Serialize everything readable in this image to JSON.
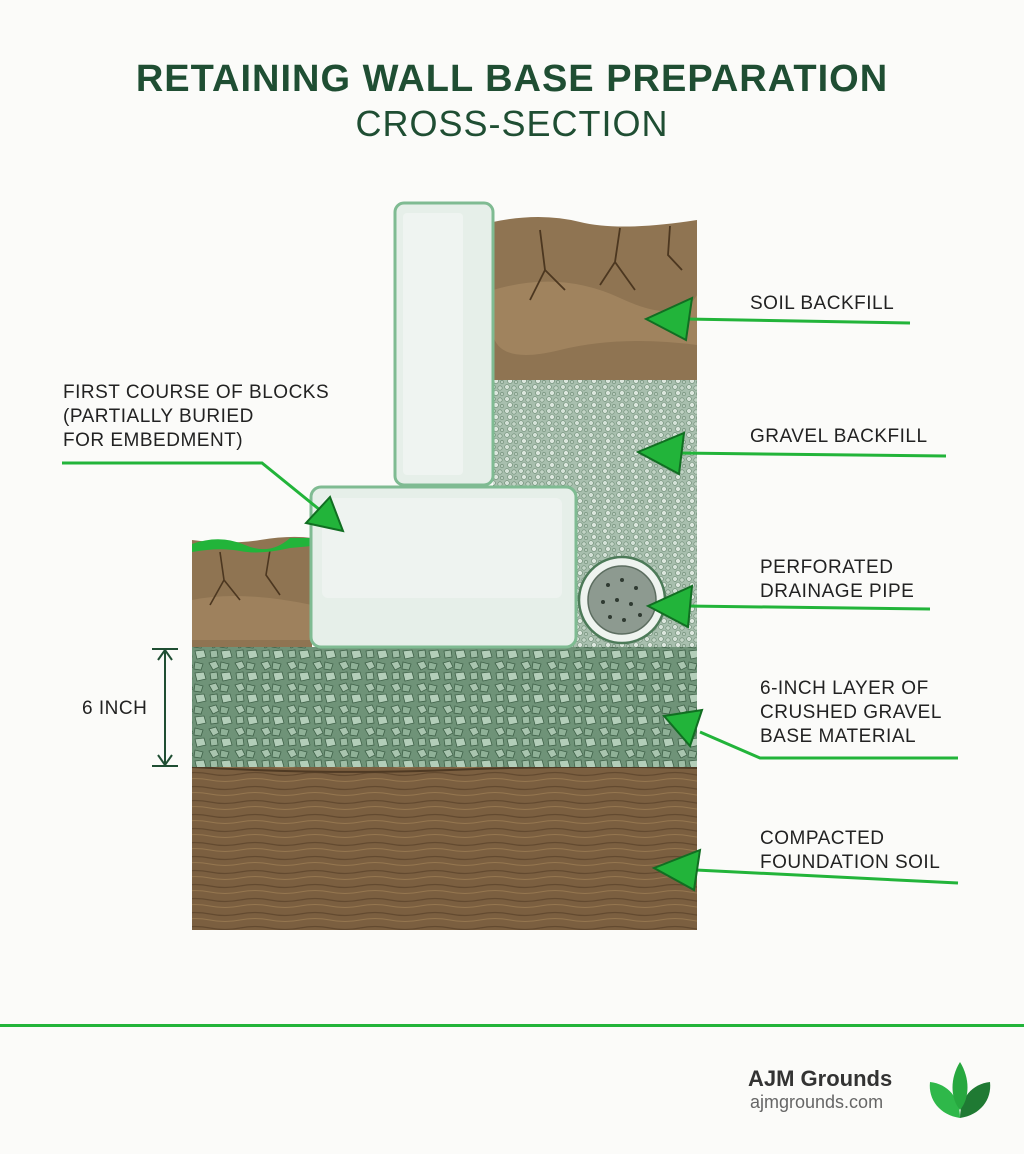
{
  "title": "RETAINING WALL BASE PREPARATION",
  "subtitle": "CROSS-SECTION",
  "labels": {
    "soil_backfill": [
      "SOIL BACKFILL"
    ],
    "first_course": [
      "FIRST COURSE OF BLOCKS",
      "(PARTIALLY BURIED",
      "FOR EMBEDMENT)"
    ],
    "gravel_backfill": [
      "GRAVEL BACKFILL"
    ],
    "drainage_pipe": [
      "PERFORATED",
      "DRAINAGE PIPE"
    ],
    "gravel_base": [
      "6-INCH LAYER OF",
      "CRUSHED GRAVEL",
      "BASE MATERIAL"
    ],
    "foundation": [
      "COMPACTED",
      "FOUNDATION SOIL"
    ]
  },
  "dimension": "6 INCH",
  "brand": {
    "name": "AJM Grounds",
    "url": "ajmgrounds.com"
  },
  "colors": {
    "accent": "#22b43a",
    "title": "#1f4e33",
    "block": "#e6efe9",
    "block_edge": "#8cc49e",
    "soil": "#8f7452",
    "foundation": "#7a5e3e",
    "gravel": "#7d9c84"
  }
}
